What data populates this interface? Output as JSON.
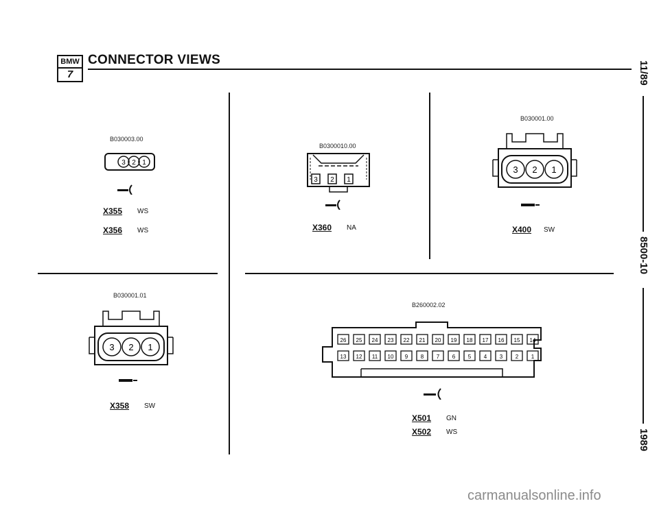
{
  "header": {
    "logo_top": "BMW",
    "logo_bottom": "7",
    "title": "CONNECTOR VIEWS"
  },
  "side": {
    "page": "11/89",
    "section": "8500-10",
    "year": "1989"
  },
  "connectors": [
    {
      "code": "B030003.00",
      "pins": [
        "3",
        "2",
        "1"
      ],
      "items": [
        {
          "id": "X355",
          "color": "WS"
        },
        {
          "id": "X356",
          "color": "WS"
        }
      ]
    },
    {
      "code": "B030001.01",
      "pins": [
        "3",
        "2",
        "1"
      ],
      "items": [
        {
          "id": "X358",
          "color": "SW"
        }
      ]
    },
    {
      "code": "B0300010.00",
      "pins": [
        "3",
        "2",
        "1"
      ],
      "items": [
        {
          "id": "X360",
          "color": "NA"
        }
      ]
    },
    {
      "code": "B030001.00",
      "pins": [
        "3",
        "2",
        "1"
      ],
      "items": [
        {
          "id": "X400",
          "color": "SW"
        }
      ]
    },
    {
      "code": "B260002.02",
      "top_pins": [
        "26",
        "25",
        "24",
        "23",
        "22",
        "21",
        "20",
        "19",
        "18",
        "17",
        "16",
        "15",
        "14"
      ],
      "bottom_pins": [
        "13",
        "12",
        "11",
        "10",
        "9",
        "8",
        "7",
        "6",
        "5",
        "4",
        "3",
        "2",
        "1"
      ],
      "items": [
        {
          "id": "X501",
          "color": "GN"
        },
        {
          "id": "X502",
          "color": "WS"
        }
      ]
    }
  ],
  "watermark": "carmanualsonline.info"
}
